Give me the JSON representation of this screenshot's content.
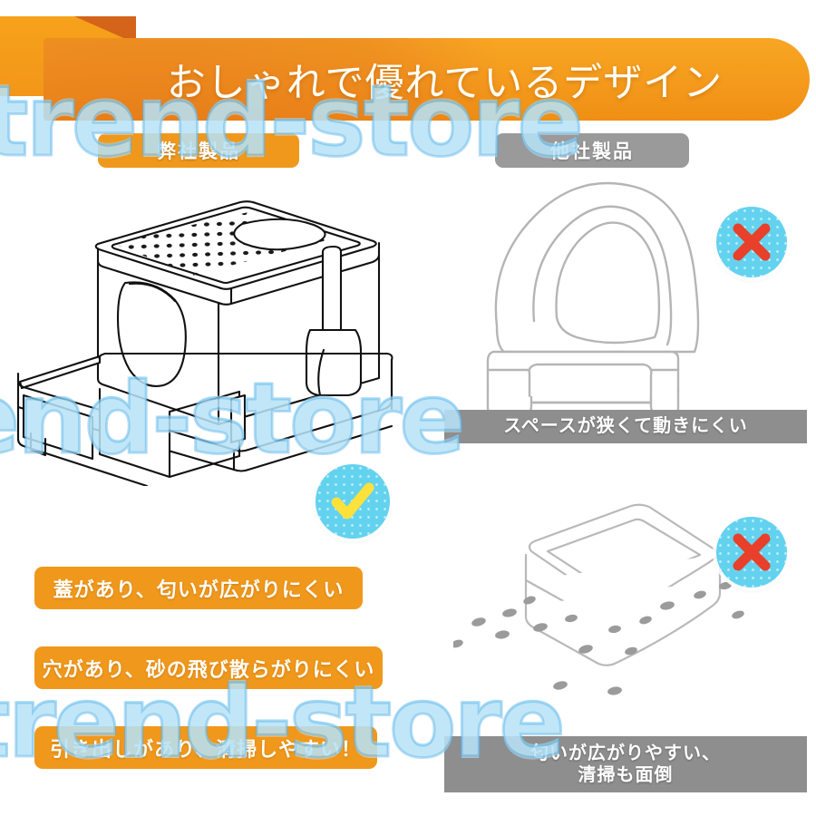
{
  "header": {
    "title": "おしゃれで優れているデザイン",
    "accent_color": "#f0981c",
    "fold_color": "#d4641a"
  },
  "watermark": {
    "text": "trend-store",
    "color": "#78c8f0"
  },
  "sections": {
    "ours_label": "弊社製品",
    "theirs_label": "他社製品",
    "ours_color": "#f0981c",
    "theirs_color": "#9a9a9a"
  },
  "status": {
    "check_icon": "check-icon",
    "cross_icon": "cross-icon",
    "circle_color": "#63d2ef",
    "check_color": "#ffe13c",
    "cross_color": "#e8402a"
  },
  "our_product": {
    "illustration": "covered-litter-box-with-drawer-and-scoop",
    "features": [
      "蓋があり、匂いが広がりにくい",
      "穴があり、砂の飛び散らがりにくい",
      "引き出しがあり、清掃しやすい！"
    ]
  },
  "rival_products": [
    {
      "illustration": "dome-litter-box",
      "caption_lines": [
        "スペースが狭くて動きにくい"
      ]
    },
    {
      "illustration": "open-tray-litter-box-with-scattered-litter",
      "caption_lines": [
        "匂いが広がりやすい、",
        "清掃も面倒"
      ]
    }
  ]
}
